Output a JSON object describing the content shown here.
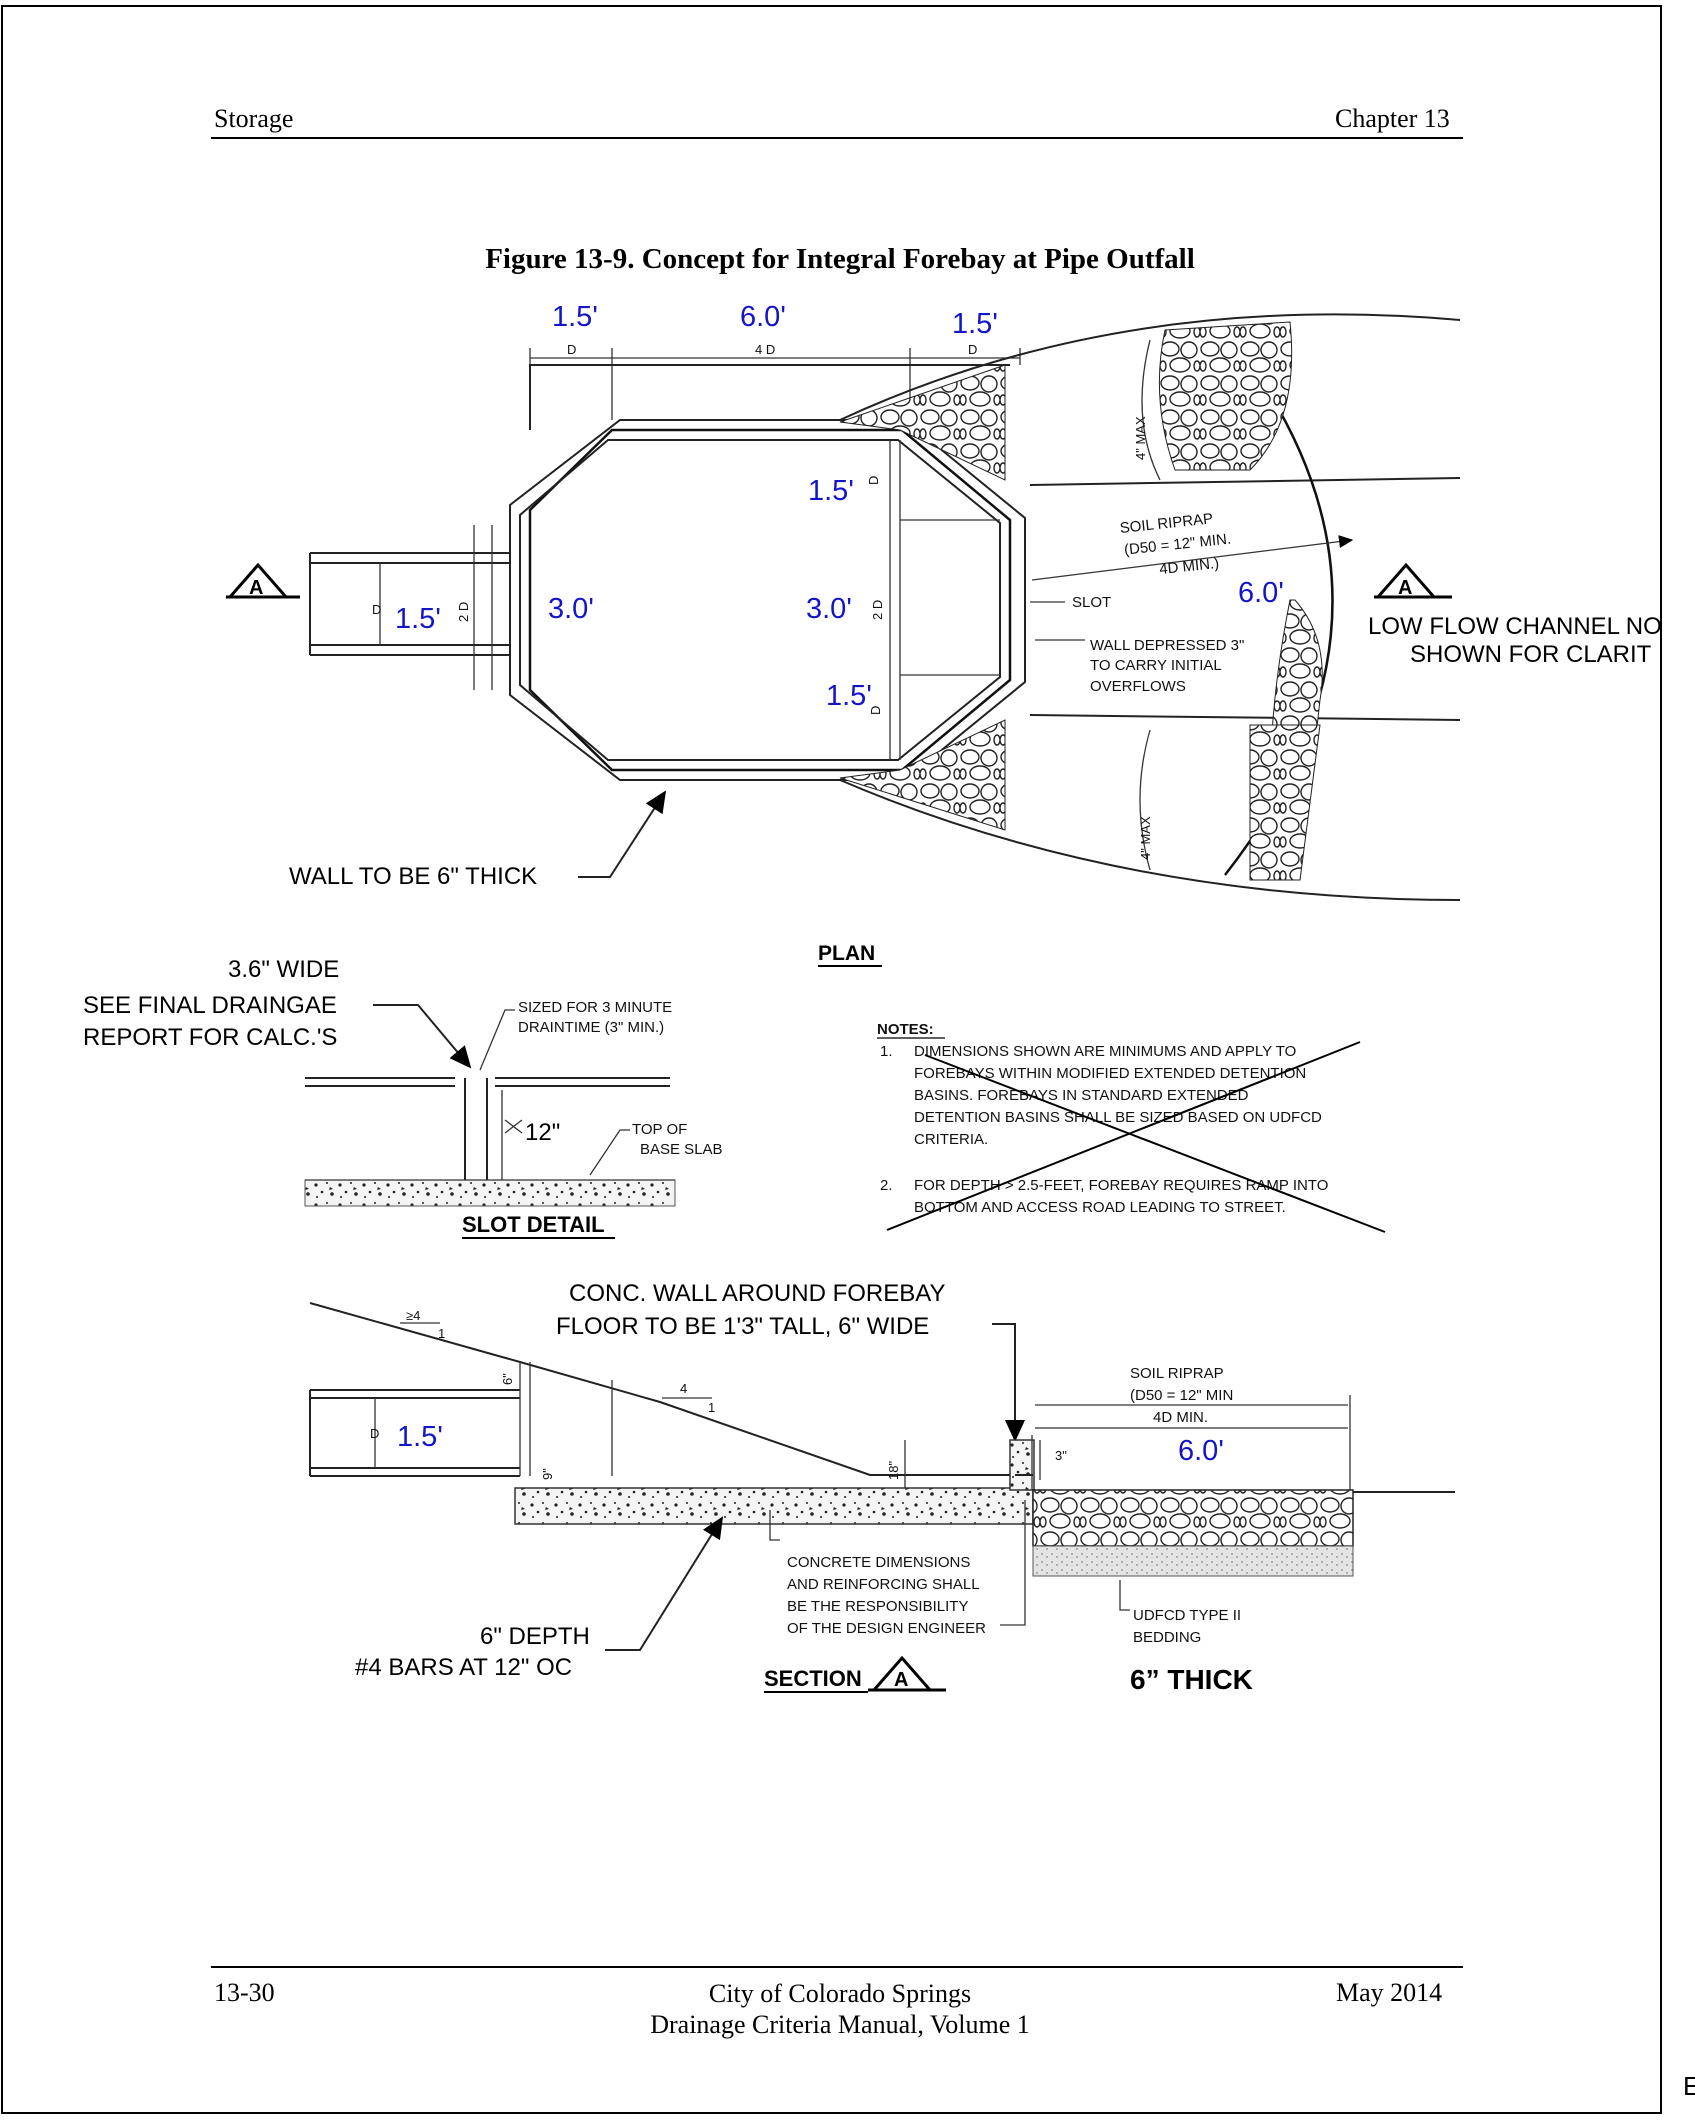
{
  "header": {
    "left": "Storage",
    "right": "Chapter 13"
  },
  "figure_title": "Figure 13-9.  Concept for Integral Forebay at Pipe Outfall",
  "plan": {
    "dims_top": [
      "1.5'",
      "6.0'",
      "1.5'"
    ],
    "dim_codes_top": [
      "D",
      "4 D",
      "D"
    ],
    "pipe_dim": "1.5'",
    "pipe_code": "D",
    "pipe_code_2d": "2 D",
    "width_left": "3.0'",
    "width_right": "3.0'",
    "right_dim_top": "1.5'",
    "right_dim_bottom": "1.5'",
    "right_code_top": "D",
    "right_code_mid": "2 D",
    "right_code_bottom": "D",
    "section_marker": "A",
    "riprap_length": "6.0'",
    "max_label_top": "4\" MAX",
    "max_label_bottom": "4\" MAX",
    "notes_riprap": [
      "SOIL RIPRAP",
      "(D50 = 12\" MIN.",
      "4D MIN.)"
    ],
    "note_slot": "SLOT",
    "note_wall": [
      "WALL DEPRESSED 3\"",
      "TO CARRY INITIAL",
      "OVERFLOWS"
    ],
    "low_flow": [
      "LOW FLOW CHANNEL NO",
      "SHOWN FOR CLARIT"
    ],
    "wall_thick": "WALL TO BE 6\" THICK",
    "label": "PLAN"
  },
  "slot": {
    "callout": [
      "3.6\" WIDE",
      "SEE FINAL DRAINGAE",
      "REPORT FOR CALC.'S"
    ],
    "sized": [
      "SIZED FOR 3 MINUTE",
      "DRAINTIME (3\" MIN.)"
    ],
    "height": "12\"",
    "top_slab": [
      "TOP OF",
      "BASE SLAB"
    ],
    "label": "SLOT DETAIL"
  },
  "notes": {
    "heading": "NOTES:",
    "items": [
      {
        "num": "1.",
        "lines": [
          "DIMENSIONS SHOWN ARE MINIMUMS AND APPLY TO",
          "FOREBAYS WITHIN MODIFIED EXTENDED DETENTION",
          "BASINS. FOREBAYS IN STANDARD EXTENDED",
          "DETENTION BASINS SHALL BE SIZED BASED ON UDFCD",
          "CRITERIA."
        ]
      },
      {
        "num": "2.",
        "lines": [
          "FOR DEPTH > 2.5-FEET, FOREBAY REQUIRES RAMP INTO",
          "BOTTOM AND ACCESS ROAD LEADING TO STREET."
        ]
      }
    ]
  },
  "section": {
    "conc_wall": [
      "CONC. WALL AROUND FOREBAY",
      "FLOOR TO BE 1'3\" TALL, 6\" WIDE"
    ],
    "slope1": "≥4",
    "slope1b": "1",
    "slope2": "4",
    "slope2b": "1",
    "dim_6": "6\"",
    "dim_9": "9\"",
    "dim_18": "18\"",
    "dim_3": "3\"",
    "pipe_code": "D",
    "pipe_dim": "1.5'",
    "riprap": [
      "SOIL RIPRAP",
      "(D50 = 12\" MIN",
      "4D MIN."
    ],
    "riprap_length": "6.0'",
    "depth_note": [
      "6\" DEPTH",
      "#4 BARS AT 12\" OC"
    ],
    "concrete_note": [
      "CONCRETE DIMENSIONS",
      "AND REINFORCING SHALL",
      "BE THE RESPONSIBILITY",
      "OF THE DESIGN ENGINEER"
    ],
    "bedding": [
      "UDFCD TYPE II",
      "BEDDING"
    ],
    "bedding_thick": "6” THICK",
    "label": "SECTION",
    "marker": "A"
  },
  "footer": {
    "left": "13-30",
    "center": [
      "City of Colorado Springs",
      "Drainage Criteria Manual, Volume 1"
    ],
    "right": "May 2014",
    "corner": "E"
  }
}
